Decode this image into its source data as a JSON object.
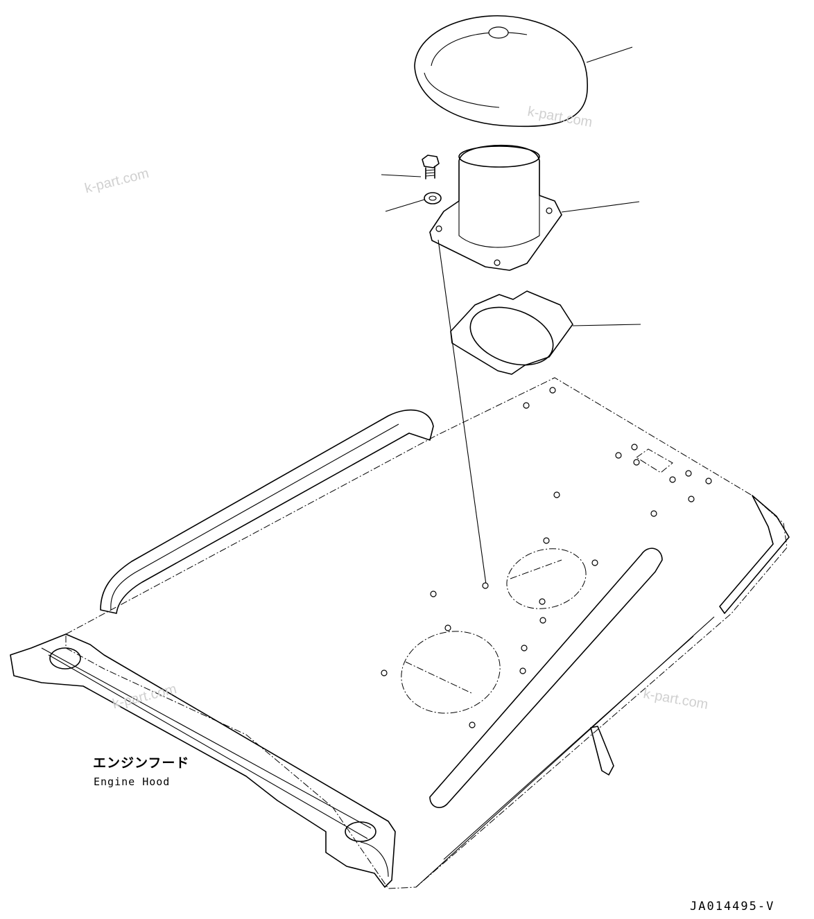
{
  "watermark": "k-part.com",
  "part_label": {
    "japanese": "エンジンフード",
    "english": "Engine Hood"
  },
  "drawing_code": "JA014495-V",
  "colors": {
    "line": "#000000",
    "background": "#ffffff",
    "watermark": "#d0d0d0"
  }
}
